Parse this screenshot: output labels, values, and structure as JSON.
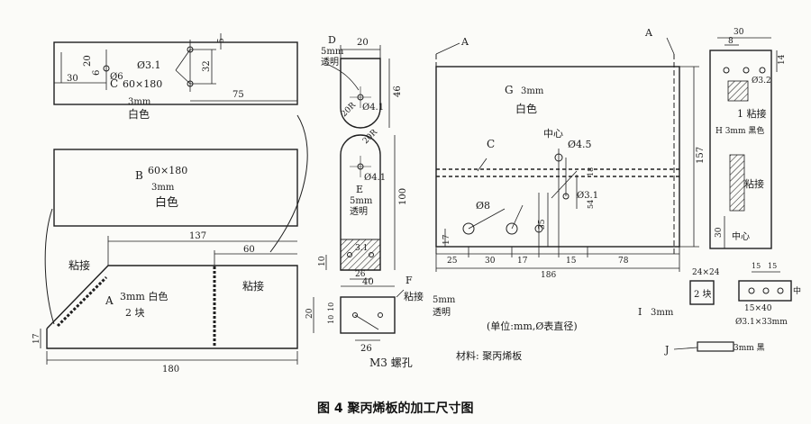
{
  "caption": "图 4   聚丙烯板的加工尺寸图",
  "parts": {
    "C": {
      "letter": "C",
      "size": "60×180",
      "thickness": "3mm",
      "color": "白色",
      "dim_20": "20",
      "dim_30": "30",
      "dim_6": "6",
      "dim_hole_d": "Ø6",
      "dim_hole": "Ø3.1",
      "dim_5": "5",
      "dim_32": "32",
      "dim_75": "75"
    },
    "B": {
      "letter": "B",
      "size": "60×180",
      "thickness": "3mm",
      "color": "白色"
    },
    "A": {
      "letter": "A",
      "thickness_color": "3mm 白色",
      "qty": "2 块",
      "glue_left": "粘接",
      "glue_right": "粘接",
      "dim_137": "137",
      "dim_60": "60",
      "dim_17": "17",
      "dim_180": "180"
    },
    "D": {
      "letter": "D",
      "thickness": "5mm",
      "color": "透明",
      "dim_20": "20",
      "dim_46": "46",
      "dim_r": "20R",
      "dim_hole": "Ø4.1"
    },
    "E": {
      "letter": "E",
      "thickness": "5mm",
      "color": "透明",
      "dim_r": "20R",
      "dim_hole": "Ø4.1",
      "dim_100": "100",
      "dim_small": "3.1",
      "dim_10": "10",
      "dim_26": "26"
    },
    "F": {
      "letter": "F",
      "thickness": "5mm",
      "color": "透明",
      "glue": "粘接",
      "dim_40": "40",
      "dim_20": "20",
      "dim_10a": "10",
      "dim_10b": "10",
      "dim_26": "26",
      "screw": "M3 螺孔"
    },
    "G": {
      "letter": "G",
      "thickness": "3mm",
      "color": "白色",
      "section_a1": "A",
      "section_a2": "A",
      "label_c": "C",
      "center": "中心",
      "hole_45": "Ø4.5",
      "hole_8": "Ø8",
      "hole_31": "Ø3.1",
      "dim_18": "18",
      "dim_54": "54",
      "dim_35": "35",
      "dim_17": "17",
      "dim_157": "157",
      "dim_25": "25",
      "dim_30": "30",
      "dim_17b": "17",
      "dim_15": "15",
      "dim_78": "78",
      "dim_186": "186"
    },
    "H": {
      "dim_30": "30",
      "dim_8": "8",
      "dim_14": "14",
      "hole": "Ø3.2",
      "glue1": "1 粘接",
      "label": "H 3mm 黑色",
      "glue2": "粘接",
      "dim_30b": "30",
      "center": "中心"
    },
    "I": {
      "letter": "I",
      "thickness": "3mm",
      "size": "24×24",
      "qty": "2 块"
    },
    "J": {
      "letter": "J",
      "label": "3mm 黑"
    },
    "K": {
      "dim_15a": "15",
      "dim_15b": "15",
      "size": "15×40",
      "hole": "Ø3.1×33mm",
      "center": "中"
    }
  },
  "notes": {
    "unit": "(单位:mm,Ø表直径)",
    "material": "材料:   聚丙烯板"
  }
}
